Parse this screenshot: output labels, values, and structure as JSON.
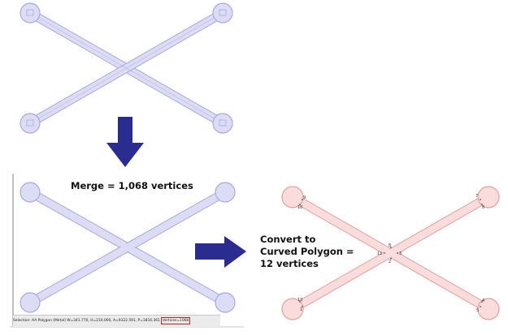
{
  "labels": {
    "merge": "Merge = 1,068 vertices",
    "convert_line1": "Convert to",
    "convert_line2": "Curved Polygon =",
    "convert_line3": "12 vertices"
  },
  "statusbar": {
    "text": "Selection: AA Polygon (Metal) W=341.770, H=210.000, A=9322.591, P=1816.361",
    "vertices": "Vertices=1068"
  },
  "vertex_numbers": [
    "9",
    "10",
    "7",
    "8",
    "8",
    "11",
    "3",
    "2",
    "13",
    "1",
    "4",
    "5"
  ],
  "colors": {
    "blue_shape_fill": "#dcdcf5",
    "blue_shape_stroke": "#a9a9df",
    "red_shape_fill": "#fadcdc",
    "red_shape_stroke": "#e2a0a0",
    "arrow": "#2a2d8f"
  }
}
